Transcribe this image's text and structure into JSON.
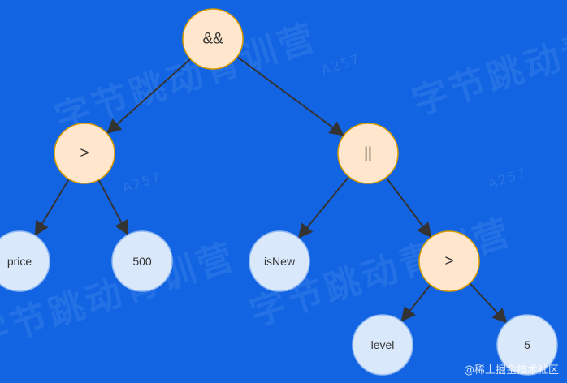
{
  "diagram": {
    "type": "expression-tree",
    "colors": {
      "background": "#1264e3",
      "operator_fill": "#ffe6cc",
      "operator_stroke": "#d79b00",
      "operand_fill": "#dae8fc",
      "operand_stroke": "#8fb8f0",
      "edge": "#333333",
      "text": "#333333"
    },
    "nodes": [
      {
        "id": "and",
        "label": "&&",
        "kind": "operator"
      },
      {
        "id": "gt1",
        "label": ">",
        "kind": "operator"
      },
      {
        "id": "or",
        "label": "||",
        "kind": "operator"
      },
      {
        "id": "price",
        "label": "price",
        "kind": "operand"
      },
      {
        "id": "n500",
        "label": "500",
        "kind": "operand"
      },
      {
        "id": "isnew",
        "label": "isNew",
        "kind": "operand"
      },
      {
        "id": "gt2",
        "label": ">",
        "kind": "operator"
      },
      {
        "id": "level",
        "label": "level",
        "kind": "operand"
      },
      {
        "id": "n5",
        "label": "5",
        "kind": "operand"
      }
    ],
    "edges": [
      {
        "from": "and",
        "to": "gt1"
      },
      {
        "from": "and",
        "to": "or"
      },
      {
        "from": "gt1",
        "to": "price"
      },
      {
        "from": "gt1",
        "to": "n500"
      },
      {
        "from": "or",
        "to": "isnew"
      },
      {
        "from": "or",
        "to": "gt2"
      },
      {
        "from": "gt2",
        "to": "level"
      },
      {
        "from": "gt2",
        "to": "n5"
      }
    ]
  },
  "watermarks": {
    "brand_text": "字节跳动青训营",
    "id_text": "A257"
  },
  "footer": {
    "credit": "@稀土掘金技术社区"
  }
}
